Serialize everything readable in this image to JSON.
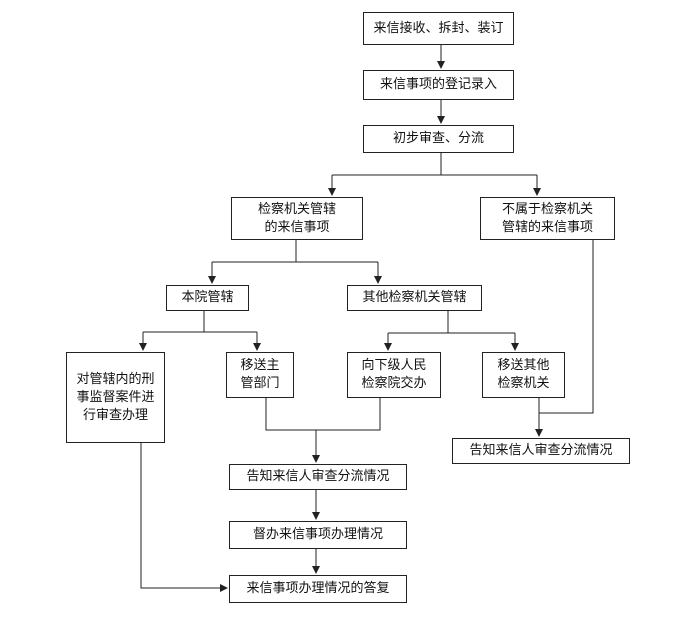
{
  "flowchart": {
    "receive": "来信接收、拆封、装订",
    "register": "来信事项的登记录入",
    "review": "初步审查、分流",
    "procuratorate": "检察机关管辖\n的来信事项",
    "not_procuratorate": "不属于检察机关\n管辖的来信事项",
    "this_court": "本院管辖",
    "other_procuratorate": "其他检察机关管辖",
    "criminal_supervision": "对管辖内的刑\n事监督案件进\n行审查办理",
    "transfer_main": "移送主\n管部门",
    "lower_court": "向下级人民\n检察院交办",
    "transfer_other": "移送其他\n检察机关",
    "notify_right": "告知来信人审查分流情况",
    "notify_center": "告知来信人审查分流情况",
    "supervise": "督办来信事项办理情况",
    "reply": "来信事项办理情况的答复"
  }
}
